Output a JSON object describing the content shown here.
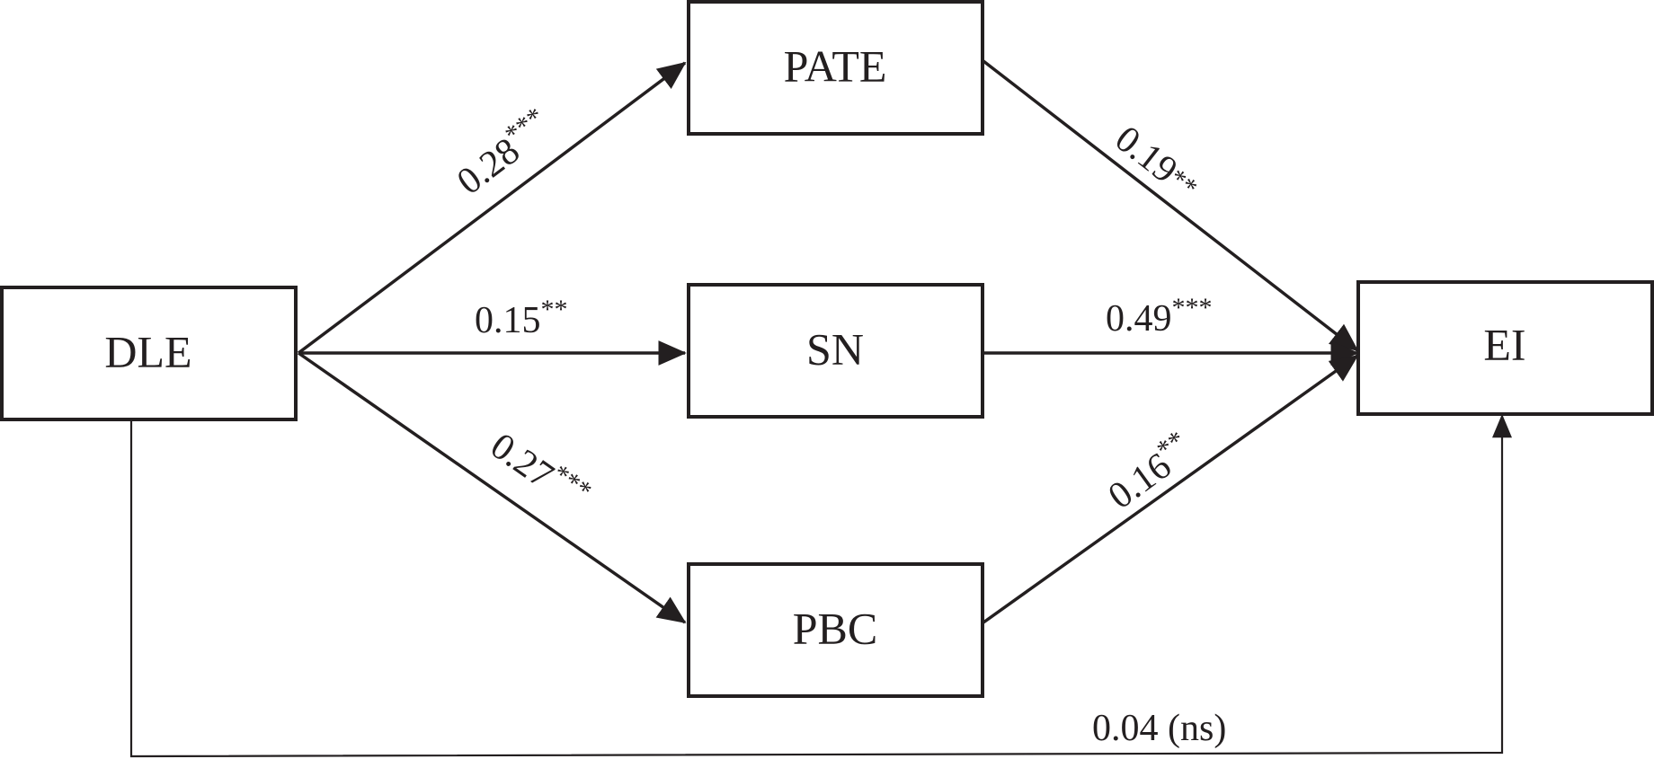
{
  "diagram": {
    "line_color": "#231f20",
    "background": "#ffffff",
    "nodes": {
      "dle": "DLE",
      "pate": "PATE",
      "sn": "SN",
      "pbc": "PBC",
      "ei": "EI"
    },
    "edges": [
      {
        "from": "DLE",
        "to": "PATE",
        "value": "0.28",
        "sig": "***"
      },
      {
        "from": "DLE",
        "to": "SN",
        "value": "0.15",
        "sig": "**"
      },
      {
        "from": "DLE",
        "to": "PBC",
        "value": "0.27",
        "sig": "***"
      },
      {
        "from": "PATE",
        "to": "EI",
        "value": "0.19",
        "sig": "**"
      },
      {
        "from": "SN",
        "to": "EI",
        "value": "0.49",
        "sig": "***"
      },
      {
        "from": "PBC",
        "to": "EI",
        "value": "0.16",
        "sig": "**"
      },
      {
        "from": "DLE",
        "to": "EI",
        "value": "0.04 (ns)",
        "sig": ""
      }
    ]
  }
}
